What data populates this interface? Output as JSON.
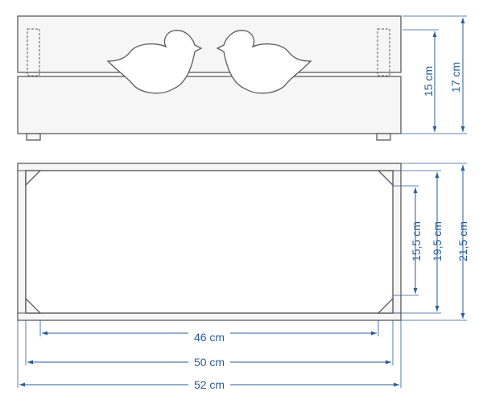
{
  "colors": {
    "dimension": "#2a5d96",
    "outline": "#5b5b5b",
    "board": "#f6f6f6"
  },
  "dimensions": {
    "front_inner_height": "15 cm",
    "front_total_height": "17 cm",
    "top_inner_length": "46 cm",
    "top_mid_length": "50 cm",
    "top_total_length": "52 cm",
    "top_inner_width": "15,5 cm",
    "top_mid_width": "19,5 cm",
    "top_total_width": "21,5 cm"
  }
}
